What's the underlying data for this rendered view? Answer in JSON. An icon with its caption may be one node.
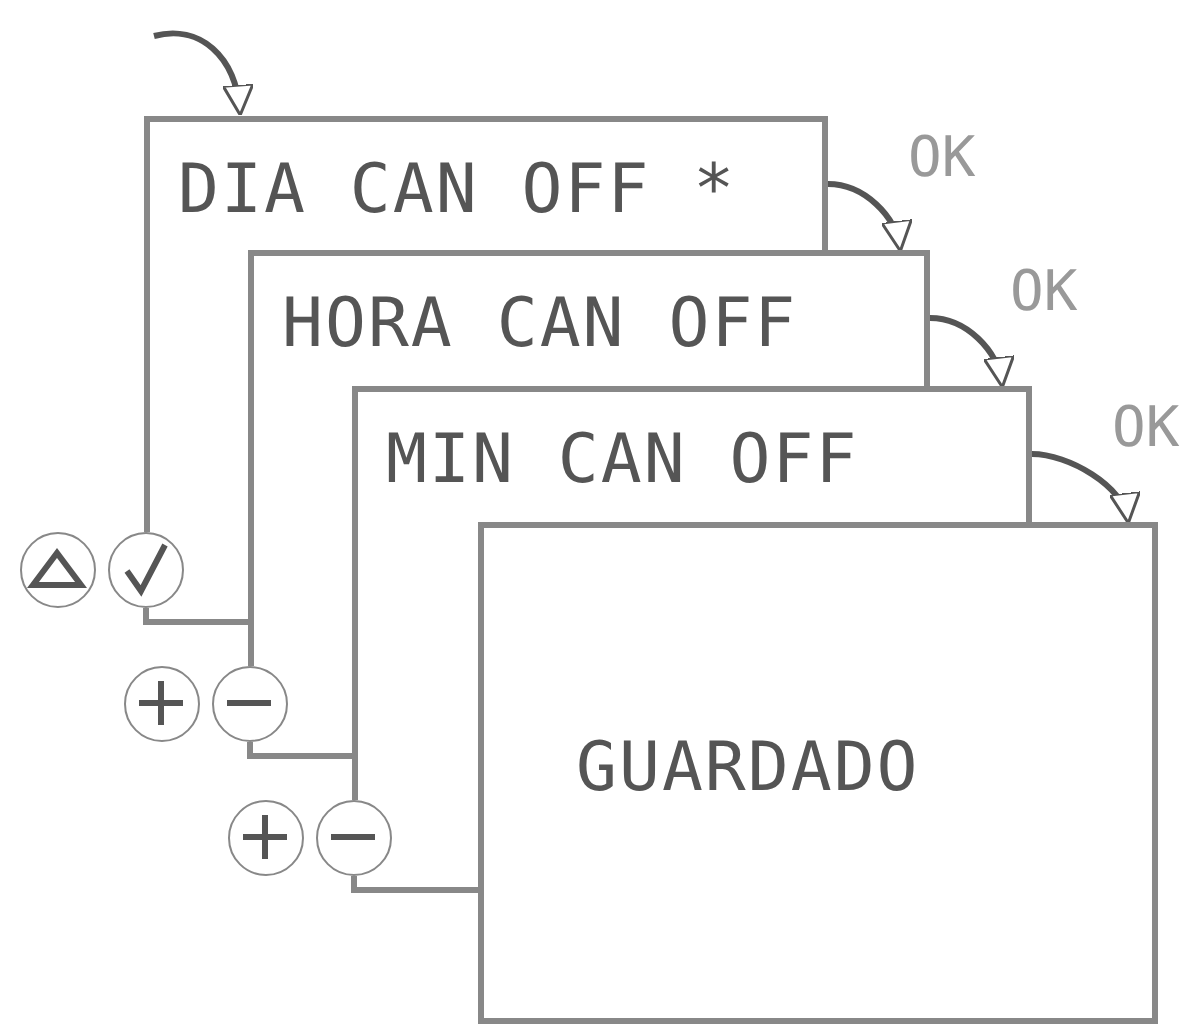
{
  "diagram": {
    "nodes": [
      {
        "text": [
          "DIA CAN OFF *"
        ]
      },
      {
        "text": [
          "HORA CAN OFF"
        ]
      },
      {
        "text": [
          "MIN CAN OFF"
        ]
      },
      {
        "text": [
          "GUARDADO"
        ]
      },
      {
        "text": [],
        "shape": "circle"
      },
      {
        "text": [],
        "shape": "circle"
      },
      {
        "text": [],
        "shape": "circle"
      },
      {
        "text": [],
        "shape": "circle"
      },
      {
        "text": [],
        "shape": "circle"
      },
      {
        "text": [],
        "shape": "circle"
      }
    ],
    "edges": [
      {
        "from": null,
        "to": 0,
        "arrow": "to"
      },
      {
        "from": 0,
        "to": 1,
        "arrow": "to",
        "label": "OK"
      },
      {
        "from": 1,
        "to": 2,
        "arrow": "to",
        "label": "OK"
      },
      {
        "from": 2,
        "to": 3,
        "arrow": "to",
        "label": "OK"
      },
      {
        "from": 0,
        "to": 5,
        "arrow": "none"
      },
      {
        "from": 5,
        "to": 1,
        "arrow": "none"
      },
      {
        "from": 1,
        "to": 7,
        "arrow": "none"
      },
      {
        "from": 7,
        "to": 2,
        "arrow": "none"
      },
      {
        "from": 2,
        "to": 9,
        "arrow": "none"
      },
      {
        "from": 9,
        "to": 3,
        "arrow": "none"
      }
    ]
  }
}
